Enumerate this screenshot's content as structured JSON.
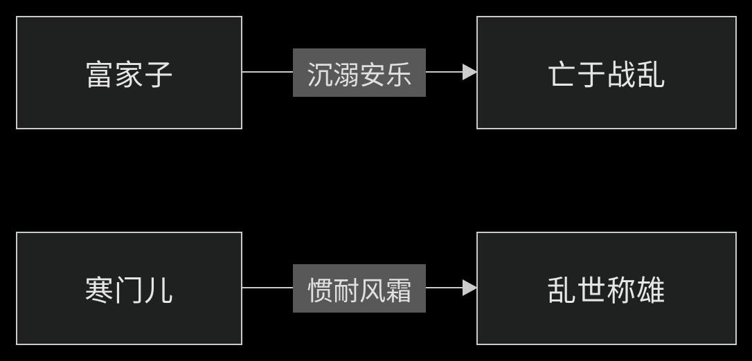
{
  "colors": {
    "background": "#000000",
    "node_fill": "#1f2020",
    "node_border": "#cccccc",
    "edge": "#cccccc",
    "label_fill": "#585858",
    "text": "#e6e6e6"
  },
  "flows": [
    {
      "source": "富家子",
      "edge_label": "沉溺安乐",
      "target": "亡于战乱"
    },
    {
      "source": "寒门儿",
      "edge_label": "惯耐风霜",
      "target": "乱世称雄"
    }
  ]
}
